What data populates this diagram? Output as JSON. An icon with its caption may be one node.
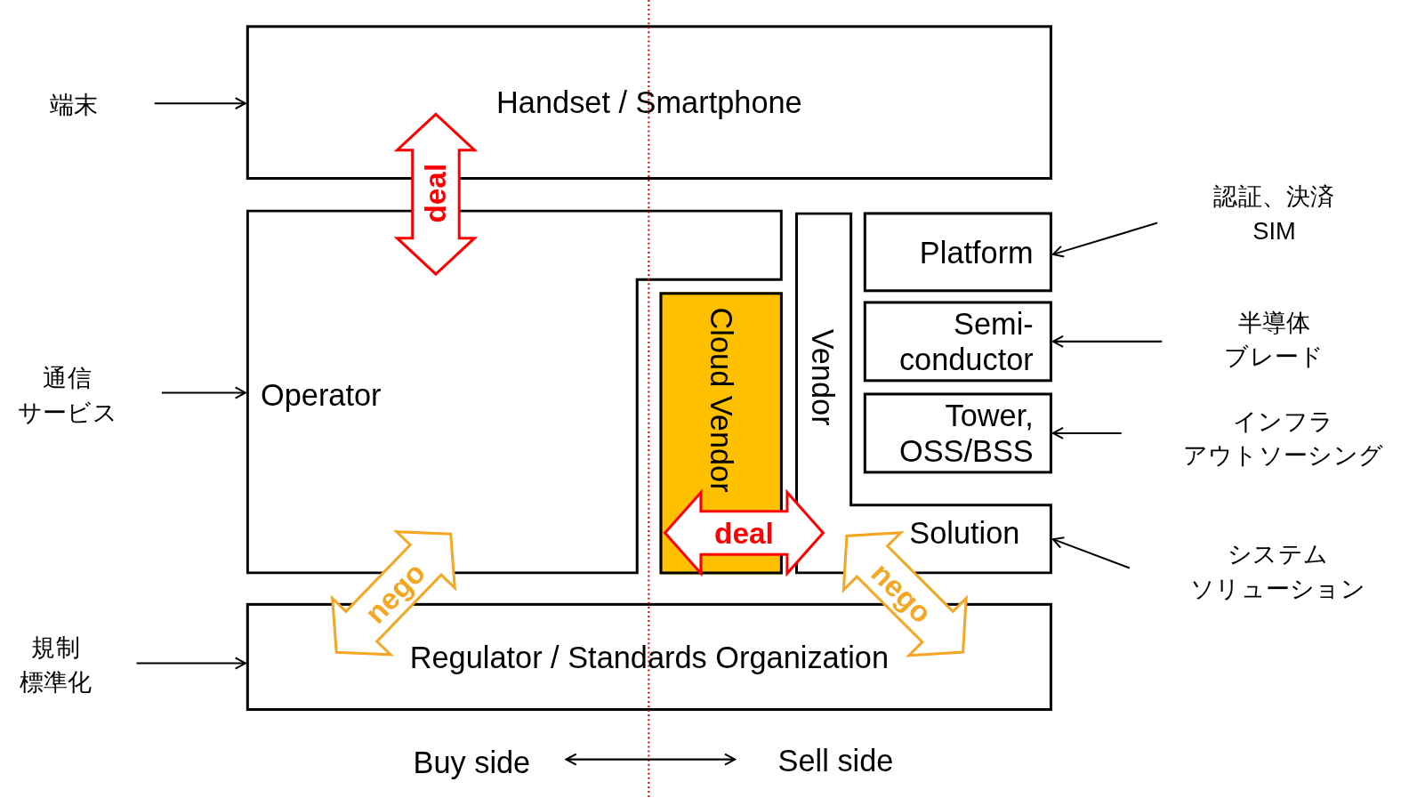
{
  "diagram": {
    "nodes": [
      {
        "text": [
          "Handset / Smartphone"
        ]
      },
      {
        "text": [
          "Operator"
        ]
      },
      {
        "text": [
          "Cloud Vendor"
        ]
      },
      {
        "text": [
          "Vendor",
          "Solution"
        ]
      },
      {
        "text": [
          "Platform"
        ]
      },
      {
        "text": [
          "Semi-conductor"
        ]
      },
      {
        "text": [
          "Tower, OSS/BSS"
        ]
      },
      {
        "text": [
          "Regulator / Standards Organization"
        ]
      },
      {
        "text": [
          "端末"
        ]
      },
      {
        "text": [
          "通信サービス"
        ]
      },
      {
        "text": [
          "規制標準化"
        ]
      },
      {
        "text": [
          "認証、決済 SIM"
        ]
      },
      {
        "text": [
          "半導体ブレード"
        ]
      },
      {
        "text": [
          "インフラアウトソーシング"
        ]
      },
      {
        "text": [
          "システムソリューション"
        ]
      },
      {
        "text": [
          "Buy side"
        ]
      },
      {
        "text": [
          "Sell side"
        ]
      }
    ],
    "edges": [
      {
        "from": 0,
        "to": 1,
        "arrow": "both",
        "label": "deal",
        "style": "thick",
        "color": "#ff0000"
      },
      {
        "from": 2,
        "to": 3,
        "arrow": "both",
        "label": "deal",
        "style": "thick",
        "color": "#ff0000"
      },
      {
        "from": 1,
        "to": 7,
        "arrow": "both",
        "label": "nego",
        "style": "thick",
        "color": "#f5a623"
      },
      {
        "from": 3,
        "to": 7,
        "arrow": "both",
        "label": "nego",
        "style": "thick",
        "color": "#f5a623"
      },
      {
        "from": 8,
        "to": 0,
        "arrow": "to"
      },
      {
        "from": 9,
        "to": 1,
        "arrow": "to"
      },
      {
        "from": 10,
        "to": 7,
        "arrow": "to"
      },
      {
        "from": 11,
        "to": 4,
        "arrow": "to"
      },
      {
        "from": 12,
        "to": 5,
        "arrow": "to"
      },
      {
        "from": 13,
        "to": 6,
        "arrow": "to"
      },
      {
        "from": 14,
        "to": 3,
        "arrow": "to"
      },
      {
        "from": 15,
        "to": 16,
        "arrow": "both"
      }
    ]
  }
}
